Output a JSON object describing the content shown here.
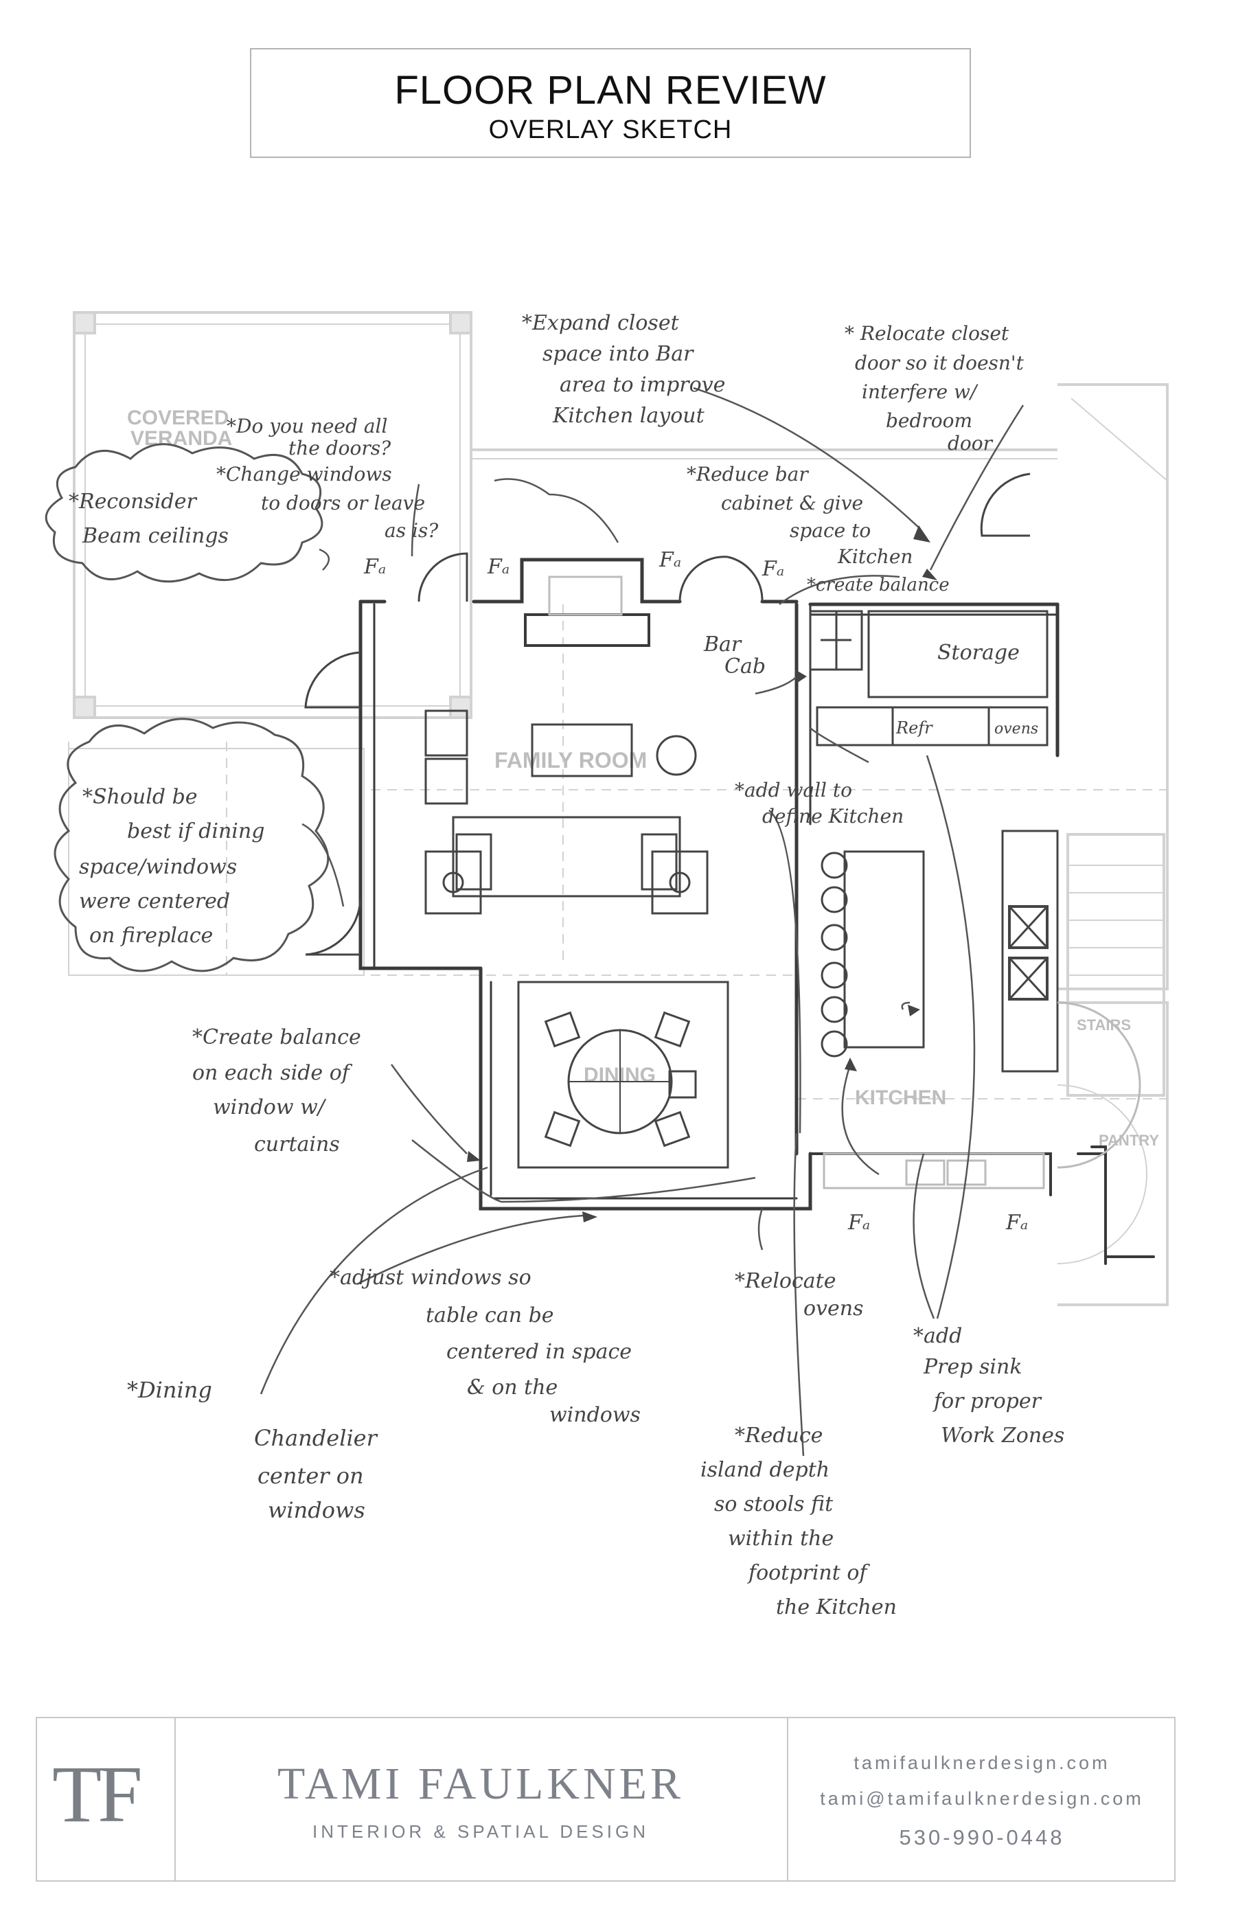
{
  "header": {
    "title": "FLOOR PLAN REVIEW",
    "subtitle": "OVERLAY SKETCH"
  },
  "plan_labels": {
    "covered_veranda_1": "COVERED",
    "covered_veranda_2": "VERANDA",
    "family_room": "FAMILY ROOM",
    "dining": "DINING",
    "kitchen": "KITCHEN",
    "stairs": "STAIRS",
    "pantry": "PANTRY"
  },
  "fixture_labels": {
    "bar_cab_1": "Bar",
    "bar_cab_2": "Cab",
    "storage": "Storage",
    "refr": "Refr",
    "ovens": "ovens",
    "fb1": "Fₐ",
    "fb2": "Fₐ",
    "fb3": "Fₐ",
    "fb4": "Fₐ",
    "fb5": "Fₐ",
    "fb6": "Fₐ"
  },
  "notes": {
    "expand_closet": [
      "*Expand closet",
      "space into Bar",
      "area to improve",
      "Kitchen layout"
    ],
    "relocate_closet": [
      "* Relocate closet",
      "door so it doesn't",
      "interfere w/",
      "bedroom",
      "door"
    ],
    "doors": [
      "*Do you need all",
      "the doors?"
    ],
    "change_windows": [
      "*Change windows",
      "to doors or leave",
      "as is?"
    ],
    "reconsider_beam": [
      "*Reconsider",
      "Beam ceilings"
    ],
    "reduce_bar": [
      "*Reduce bar",
      "cabinet & give",
      "space to",
      "Kitchen"
    ],
    "create_balance_top": "*create balance",
    "should_be_best": [
      "*Should be",
      "best if dining",
      "space/windows",
      "were centered",
      "on fireplace"
    ],
    "add_wall": [
      "*add wall to",
      "define Kitchen"
    ],
    "create_balance_side": [
      "*Create balance",
      "on each side of",
      "window w/",
      "curtains"
    ],
    "adjust_windows": [
      "*adjust windows so",
      "table can be",
      "centered in space",
      "& on the",
      "windows"
    ],
    "relocate_ovens": [
      "*Relocate",
      "ovens"
    ],
    "add_prep_sink": [
      "*add",
      "Prep sink",
      "for proper",
      "Work Zones"
    ],
    "dining_chandelier": [
      "*Dining",
      "Chandelier",
      "center on",
      "windows"
    ],
    "reduce_island": [
      "*Reduce",
      "island depth",
      "so stools fit",
      "within the",
      "footprint of",
      "the Kitchen"
    ]
  },
  "footer": {
    "logo": "TF",
    "brand": "TAMI FAULKNER",
    "tagline": "INTERIOR & SPATIAL DESIGN",
    "website": "tamifaulknerdesign.com",
    "email": "tami@tamifaulknerdesign.com",
    "phone": "530-990-0448"
  }
}
